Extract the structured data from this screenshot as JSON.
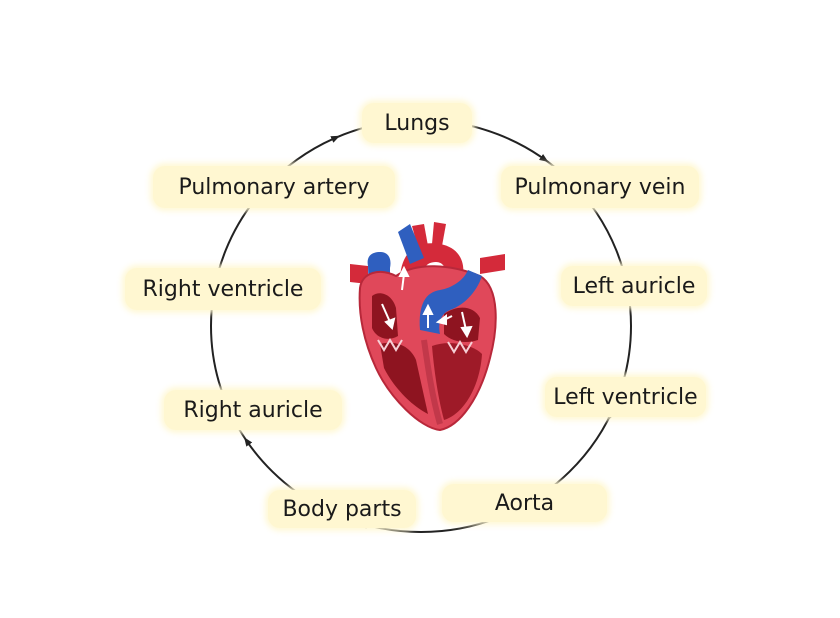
{
  "colors": {
    "label_bg": "#fff7d1",
    "circle": "#222222",
    "heart_red": "#d42a3a",
    "heart_dark": "#8e1420",
    "vessel_blue": "#2f5fbf"
  },
  "cycle": {
    "nodes": [
      {
        "id": "lungs",
        "label": "Lungs"
      },
      {
        "id": "pulmonary-vein",
        "label": "Pulmonary vein"
      },
      {
        "id": "left-auricle",
        "label": "Left auricle"
      },
      {
        "id": "left-ventricle",
        "label": "Left ventricle"
      },
      {
        "id": "aorta",
        "label": "Aorta"
      },
      {
        "id": "body-parts",
        "label": "Body parts"
      },
      {
        "id": "right-auricle",
        "label": "Right auricle"
      },
      {
        "id": "right-ventricle",
        "label": "Right ventricle"
      },
      {
        "id": "pulmonary-artery",
        "label": "Pulmonary artery"
      }
    ],
    "direction": "clockwise"
  },
  "center_image": {
    "icon": "heart-cross-section-icon"
  }
}
